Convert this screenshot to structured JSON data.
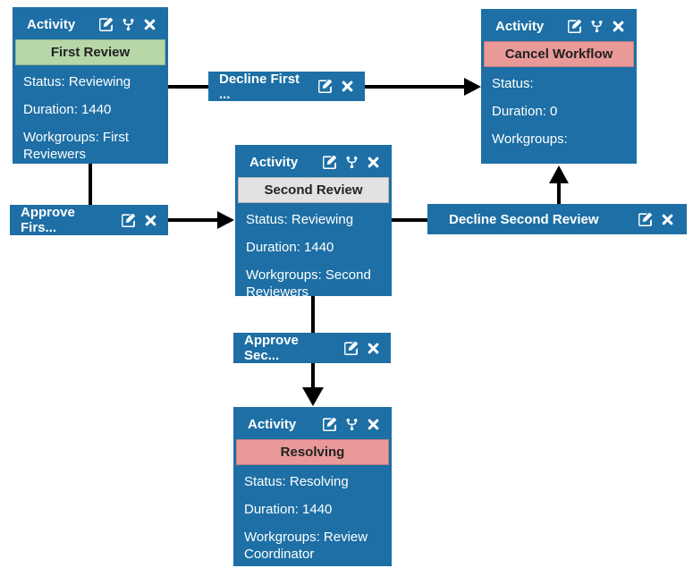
{
  "colors": {
    "node_blue": "#1d6fa5",
    "label_green": "#b6d7a8",
    "label_pink": "#ea9999",
    "label_gray": "#e2e2e2",
    "connector_black": "#000000",
    "node_text": "#ffffff",
    "label_text": "#222222"
  },
  "icons": {
    "edit": "edit-icon",
    "fork": "code-fork-icon",
    "close": "close-icon"
  },
  "diagram": {
    "activities": [
      {
        "title": "Activity",
        "label": "First Review",
        "label_color": "#b6d7a8",
        "status": "Status: Reviewing",
        "duration": "Duration: 1440",
        "workgroups": "Workgroups: First Reviewers"
      },
      {
        "title": "Activity",
        "label": "Cancel Workflow",
        "label_color": "#ea9999",
        "status": "Status:",
        "duration": "Duration: 0",
        "workgroups": "Workgroups:"
      },
      {
        "title": "Activity",
        "label": "Second Review",
        "label_color": "#e2e2e2",
        "status": "Status: Reviewing",
        "duration": "Duration: 1440",
        "workgroups": "Workgroups: Second Reviewers"
      },
      {
        "title": "Activity",
        "label": "Resolving",
        "label_color": "#ea9999",
        "status": "Status: Resolving",
        "duration": "Duration: 1440",
        "workgroups": "Workgroups: Review Coordinator"
      }
    ],
    "transitions": [
      {
        "label": "Decline First ..."
      },
      {
        "label": "Approve Firs..."
      },
      {
        "label": "Decline Second Review"
      },
      {
        "label": "Approve Sec..."
      }
    ]
  }
}
